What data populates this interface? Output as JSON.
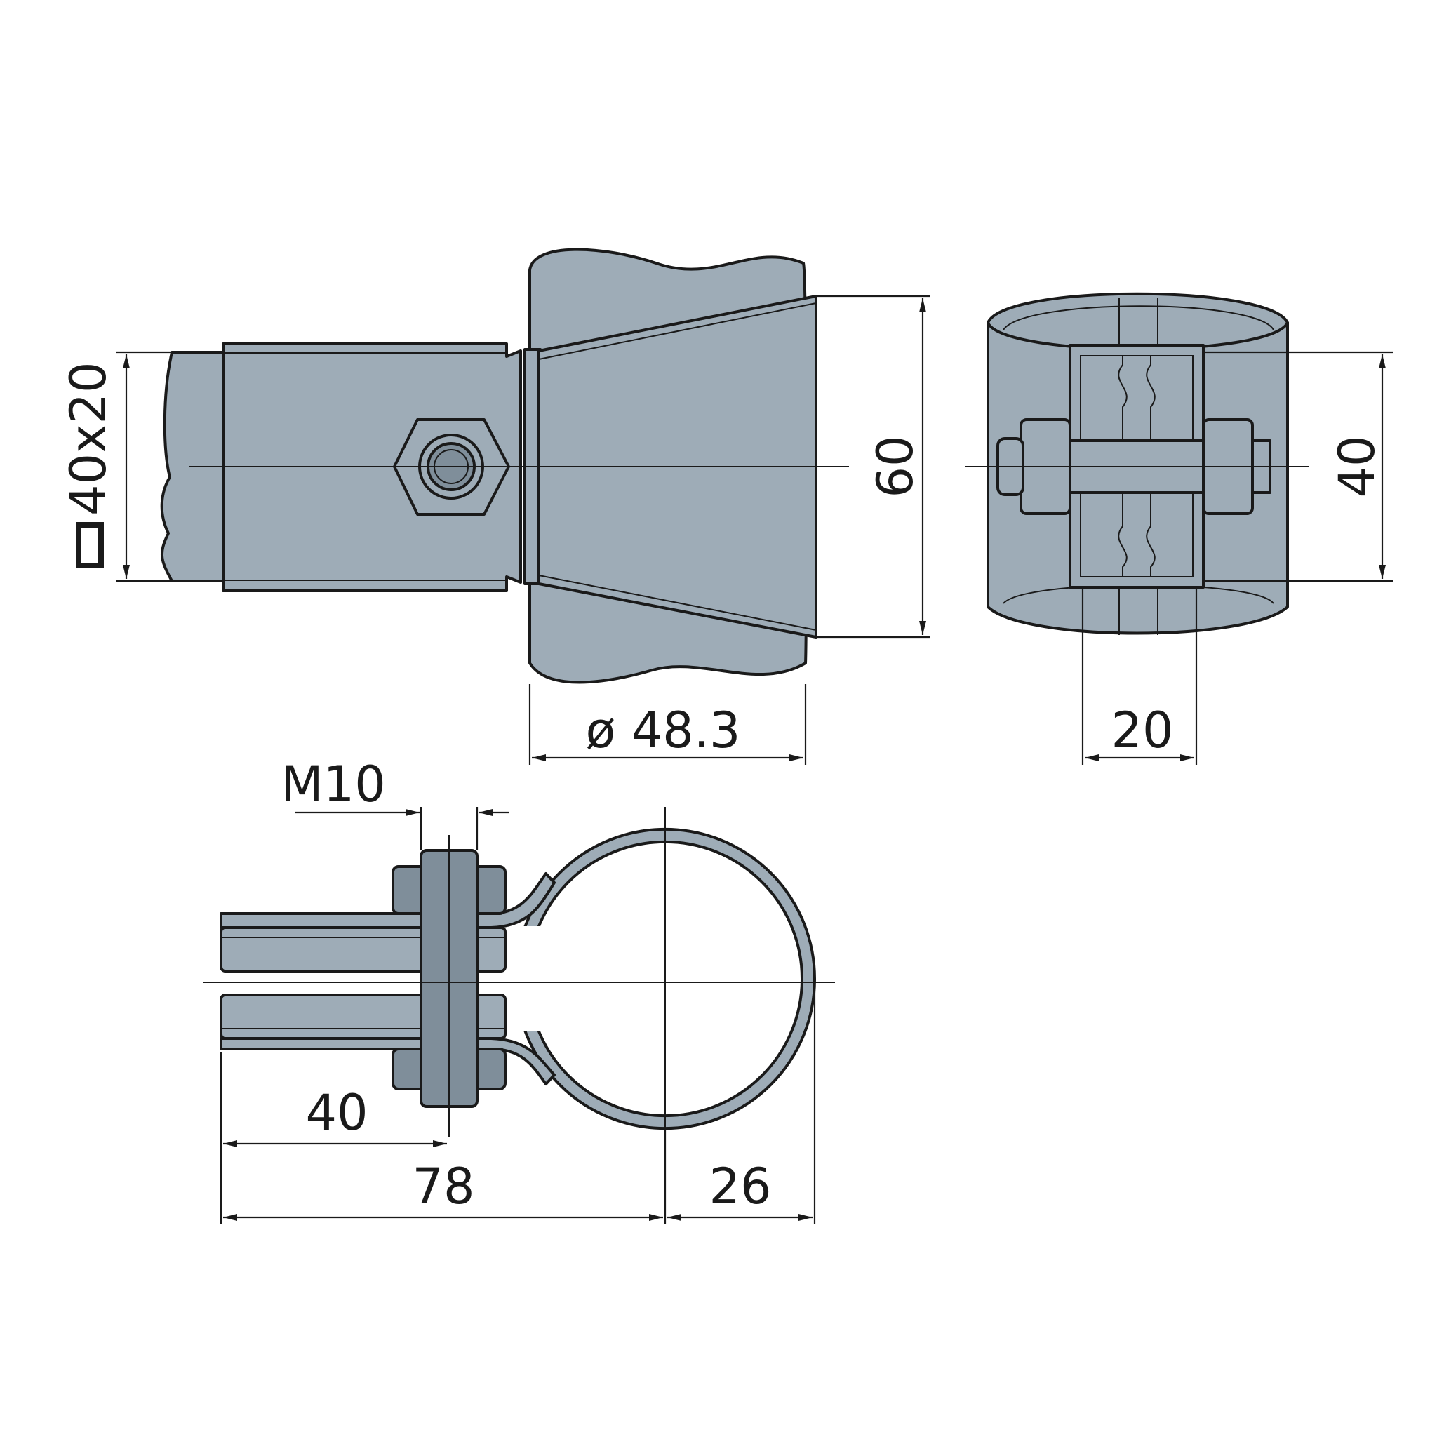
{
  "colors": {
    "metal": "#9eacb7",
    "metal_dark": "#7f8e9a",
    "ink": "#1a1a1a",
    "background": "#ffffff"
  },
  "dimensions": {
    "tube_profile": "40x20",
    "clamp_height": "60",
    "pipe_diameter": "ø 48.3",
    "side_height": "40",
    "side_width": "20",
    "bolt": "M10",
    "tube_depth": "40",
    "total_length": "78",
    "ring_offset": "26"
  }
}
